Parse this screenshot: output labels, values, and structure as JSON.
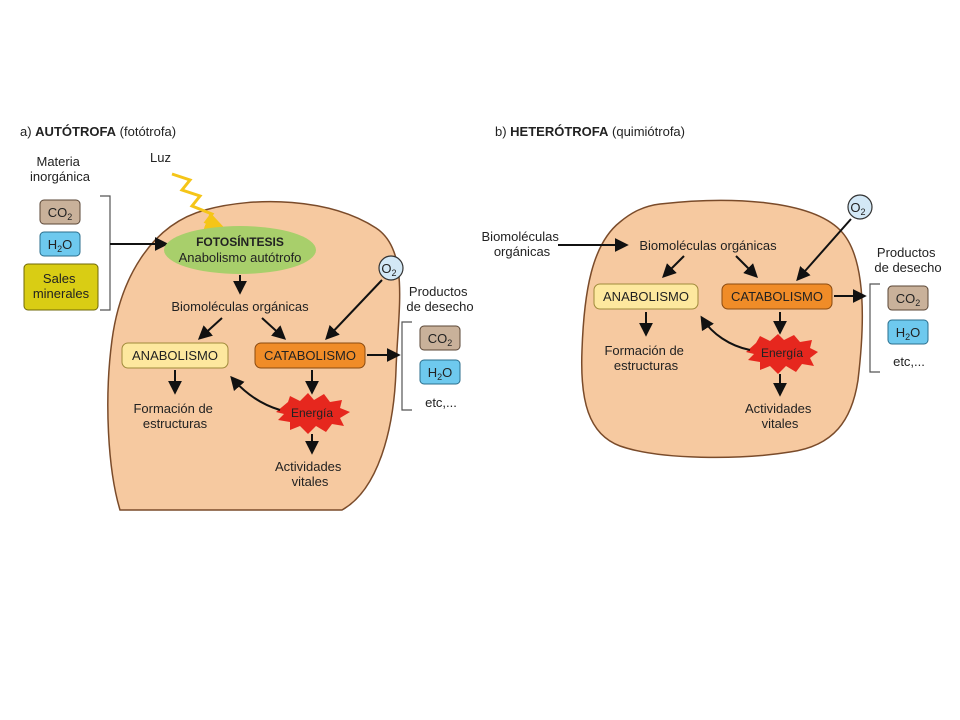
{
  "colors": {
    "cell": "#f6c9a0",
    "cell_stroke": "#7a4b2a",
    "co2": "#c9b19a",
    "h2o": "#6ec9ee",
    "sales": "#d9cd14",
    "fotosintesis": "#a8cf6b",
    "anabolismo": "#fde89e",
    "catabolismo": "#f08c28",
    "energia": "#e6271e",
    "luz": "#f5c518",
    "o2": "#d3e8f6"
  },
  "panel_a": {
    "heading_prefix": "a) ",
    "heading_bold": "AUTÓTROFA",
    "heading_rest": " (fotótrofa)",
    "luz": "Luz",
    "materia_line1": "Materia",
    "materia_line2": "inorgánica",
    "co2_base": "CO",
    "co2_sub": "2",
    "h2o_base": "H",
    "h2o_sub": "2",
    "h2o_end": "O",
    "sales_line1": "Sales",
    "sales_line2": "minerales",
    "fotosintesis_title": "FOTOSÍNTESIS",
    "fotosintesis_sub": "Anabolismo autótrofo",
    "biomoleculas": "Biomoléculas orgánicas",
    "anabolismo": "ANABOLISMO",
    "catabolismo": "CATABOLISMO",
    "energia": "Energía",
    "formacion_line1": "Formación de",
    "formacion_line2": "estructuras",
    "actividades_line1": "Actividades",
    "actividades_line2": "vitales",
    "o2_base": "O",
    "o2_sub": "2",
    "productos_line1": "Productos",
    "productos_line2": "de desecho",
    "etc": "etc,..."
  },
  "panel_b": {
    "heading_prefix": "b) ",
    "heading_bold": "HETERÓTROFA",
    "heading_rest": " (quimiótrofa)",
    "input_line1": "Biomoléculas",
    "input_line2": "orgánicas",
    "biomoleculas": "Biomoléculas orgánicas",
    "anabolismo": "ANABOLISMO",
    "catabolismo": "CATABOLISMO",
    "energia": "Energía",
    "formacion_line1": "Formación de",
    "formacion_line2": "estructuras",
    "actividades_line1": "Actividades",
    "actividades_line2": "vitales",
    "o2_base": "O",
    "o2_sub": "2",
    "productos_line1": "Productos",
    "productos_line2": "de desecho",
    "co2_base": "CO",
    "co2_sub": "2",
    "h2o_base": "H",
    "h2o_sub": "2",
    "h2o_end": "O",
    "etc": "etc,..."
  }
}
